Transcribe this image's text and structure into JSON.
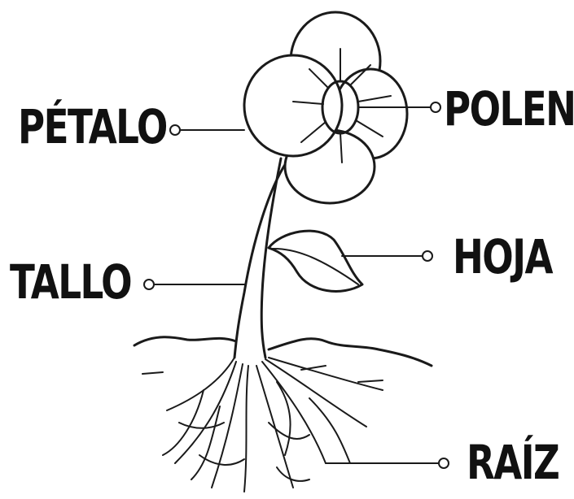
{
  "diagram": {
    "labels": {
      "petalo": "PÉTALO",
      "polen": "POLEN",
      "tallo": "TALLO",
      "hoja": "HOJA",
      "raiz": "RAÍZ"
    },
    "colors": {
      "ink": "#1a1a1a",
      "background": "#ffffff"
    }
  }
}
